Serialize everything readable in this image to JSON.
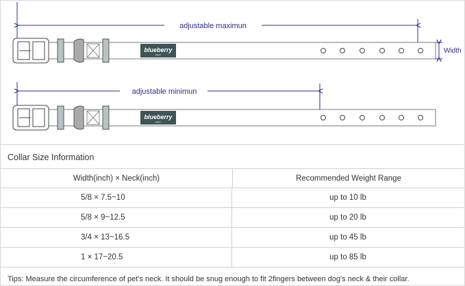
{
  "diagram": {
    "max_label": "adjustable maximun",
    "min_label": "adjustable minimun",
    "width_label": "Width",
    "brand": "blueberry",
    "brand_sub": "PET",
    "colors": {
      "arrow": "#2b2f8a",
      "strap": "#ffffff",
      "keeper": "#b7c3c3",
      "logo_bg": "#3e5555"
    }
  },
  "table": {
    "title": "Collar Size Information",
    "headers": [
      "Width(inch)  ×  Neck(inch)",
      "Recommended Weight Range"
    ],
    "rows": [
      [
        "5/8 × 7.5~10",
        "up to 10 lb"
      ],
      [
        "5/8 × 9~12.5",
        "up to 20 lb"
      ],
      [
        "3/4 × 13~16.5",
        "up to 45 lb"
      ],
      [
        "1 × 17~20.5",
        "up to 85 lb"
      ]
    ],
    "tips": "Tips: Measure the circumference of pet's neck. It should be snug enough to fit 2fingers between dog's neck & their collar."
  }
}
